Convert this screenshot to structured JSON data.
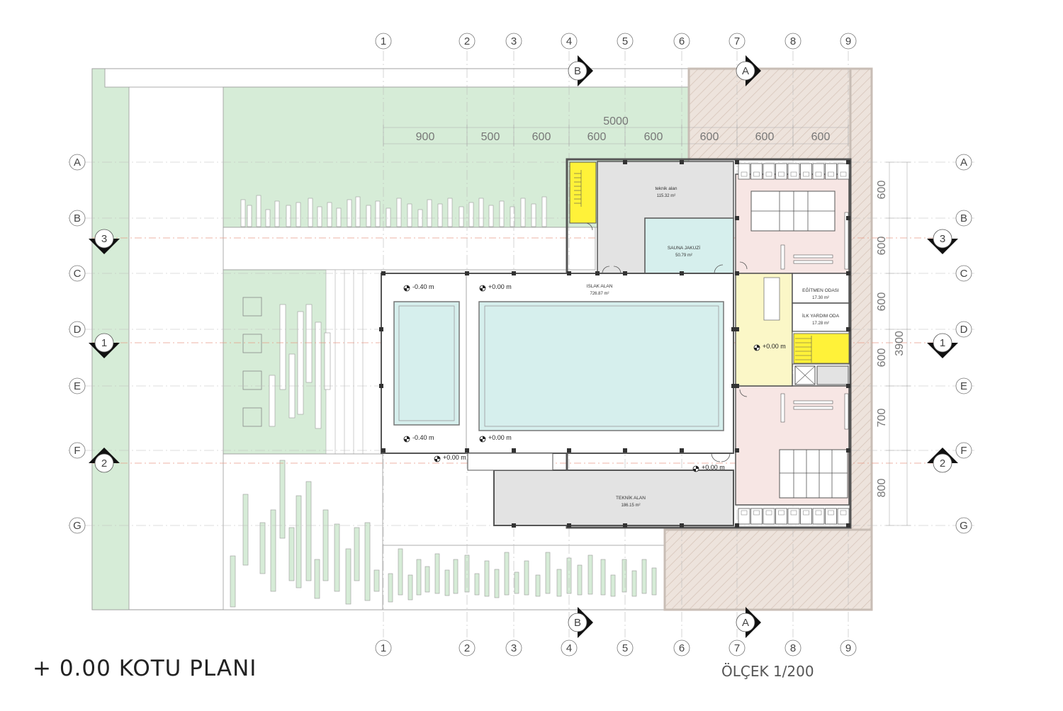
{
  "title": "+ 0.00 KOTU PLANI",
  "scale": "ÖLÇEK 1/200",
  "grid_columns": [
    "1",
    "2",
    "3",
    "4",
    "5",
    "6",
    "7",
    "8",
    "9"
  ],
  "grid_rows": [
    "A",
    "B",
    "C",
    "D",
    "E",
    "F",
    "G"
  ],
  "section_marks": {
    "vertical": [
      "B",
      "A"
    ],
    "horizontal": [
      "3",
      "1",
      "2"
    ]
  },
  "dimensions": {
    "overall_horizontal": "5000",
    "horizontal": [
      "900",
      "500",
      "600",
      "600",
      "600",
      "600",
      "600",
      "600"
    ],
    "overall_vertical": "3900",
    "vertical": [
      "600",
      "600",
      "600",
      "600",
      "700",
      "800"
    ]
  },
  "rooms": [
    {
      "name": "teknik alan",
      "area": "115.32 m²"
    },
    {
      "name": "SAUNA JAKUZİ",
      "area": "50.79 m²"
    },
    {
      "name": "ISLAK ALAN",
      "area": "726.87 m²"
    },
    {
      "name": "EĞİTMEN ODASI",
      "area": "17.30 m²"
    },
    {
      "name": "İLK YARDIM ODA",
      "area": "17.28 m²"
    },
    {
      "name": "TEKNİK ALAN",
      "area": "186.15 m²"
    }
  ],
  "levels": [
    "-0.40 m",
    "+0.00 m",
    "-0.40 m",
    "+0.00 m",
    "+0.00 m",
    "+0.00 m",
    "+0.00 m"
  ],
  "colors": {
    "landscape": "#d6ecd7",
    "pool_water": "#d6efed",
    "stair": "#fff239",
    "wc_zone": "#f7e6e4",
    "hall": "#fbf7c7",
    "technical": "#e3e3e3",
    "hatch_zone": "#ede3dc",
    "grid_line": "#999999"
  }
}
